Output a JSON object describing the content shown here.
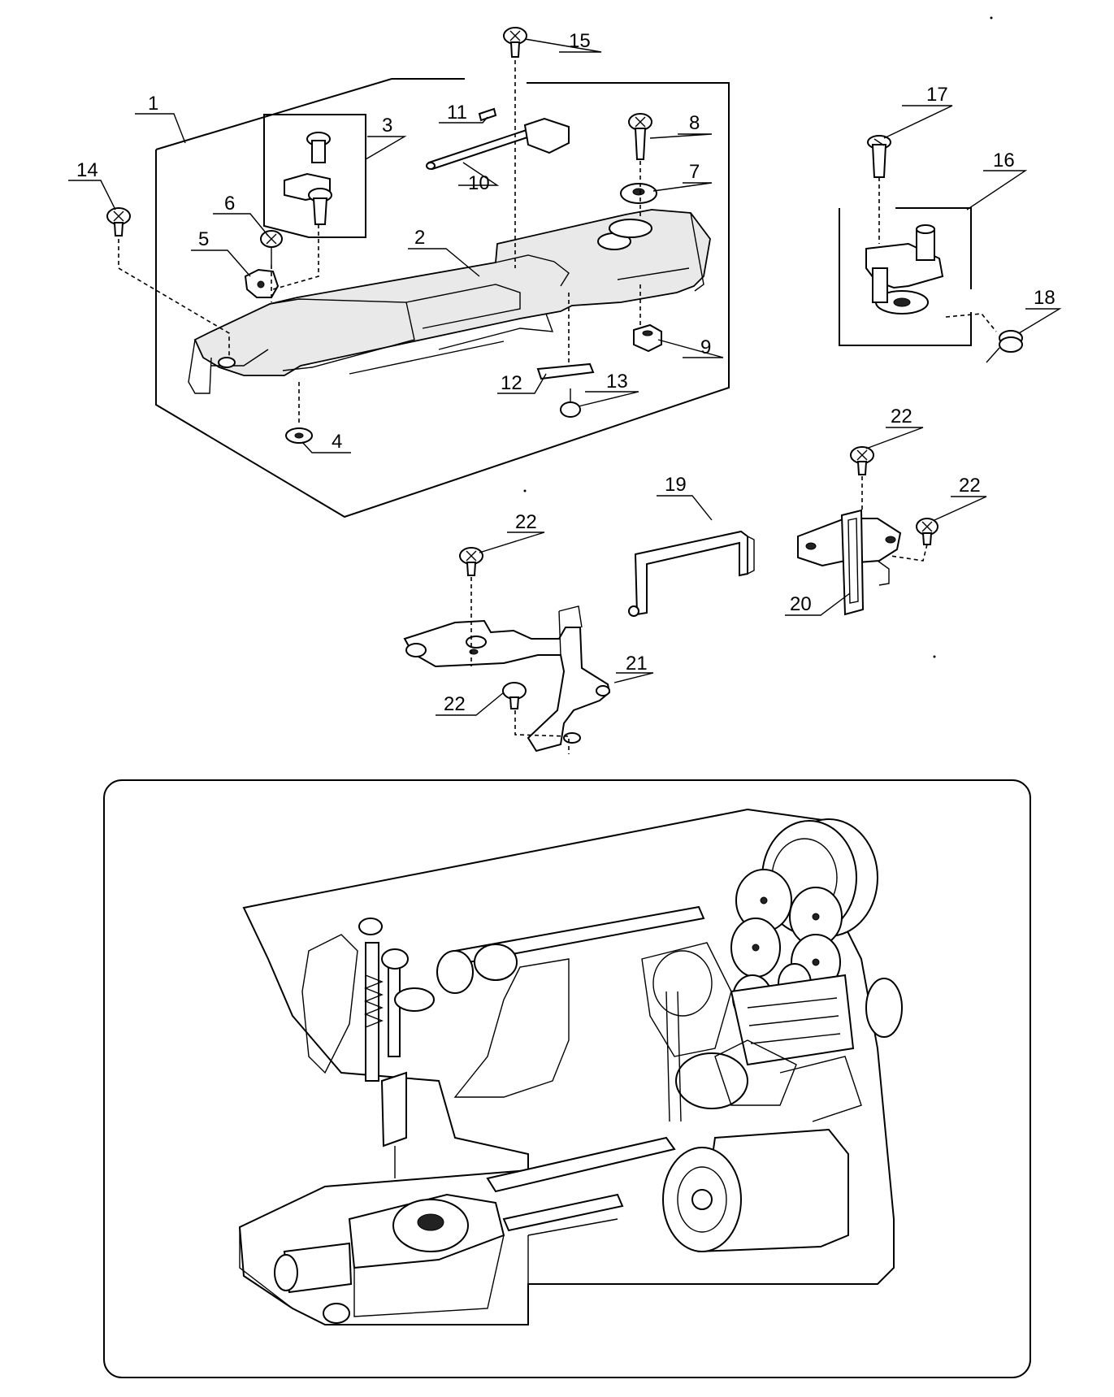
{
  "callouts": [
    "1",
    "2",
    "3",
    "4",
    "5",
    "6",
    "7",
    "8",
    "9",
    "10",
    "11",
    "12",
    "13",
    "14",
    "15",
    "16",
    "17",
    "18",
    "19",
    "20",
    "21",
    "22",
    "22",
    "22",
    "22"
  ]
}
